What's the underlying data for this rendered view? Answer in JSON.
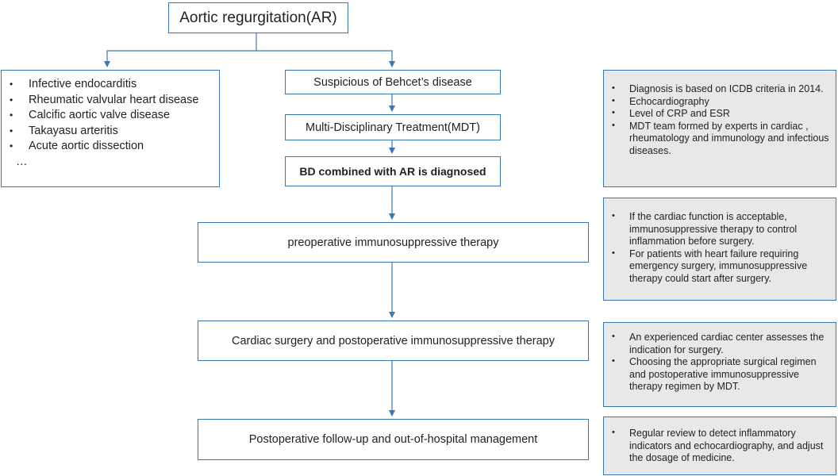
{
  "title": "Aortic regurgitation(AR)",
  "differential": {
    "items": [
      "Infective endocarditis",
      "Rheumatic valvular heart disease",
      "Calcific aortic valve disease",
      "Takayasu arteritis",
      "Acute aortic dissection"
    ],
    "more": "…"
  },
  "flow": {
    "suspicious": "Suspicious of Behcet’s disease",
    "mdt": "Multi-Disciplinary Treatment(MDT)",
    "diagnosed": "BD combined with AR is diagnosed",
    "preop": "preoperative immunosuppressive therapy",
    "surgery": "Cardiac surgery and  postoperative immunosuppressive therapy",
    "followup": "Postoperative follow-up and out-of-hospital management"
  },
  "notes": {
    "diagnosis": [
      "Diagnosis is based on ICDB criteria in 2014.",
      "Echocardiography",
      "Level of CRP and ESR",
      "MDT team formed by experts in cardiac , rheumatology and immunology and infectious diseases."
    ],
    "preop": [
      "If the cardiac function is acceptable, immunosuppressive therapy to control inflammation before surgery.",
      "For patients with heart failure requiring emergency surgery, immunosuppressive therapy could start after surgery."
    ],
    "surgery": [
      "An experienced cardiac center assesses the indication for surgery.",
      "Choosing the appropriate surgical regimen and postoperative immunosuppressive therapy regimen by MDT."
    ],
    "followup": [
      "Regular review to detect inflammatory indicators and echocardiography,  and adjust the dosage of medicine."
    ]
  }
}
